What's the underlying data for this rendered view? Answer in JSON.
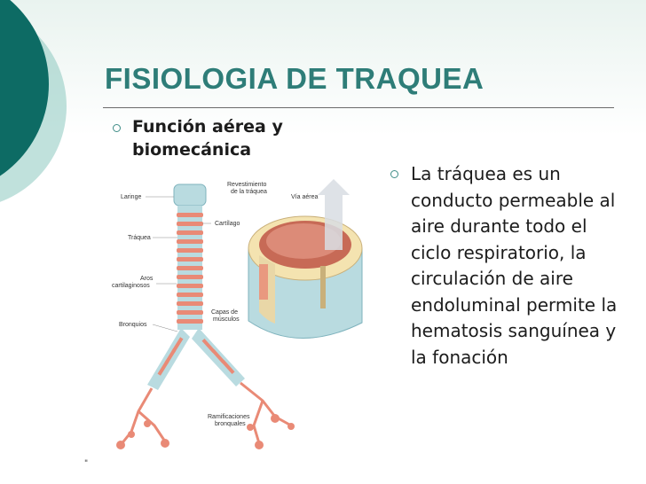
{
  "slide": {
    "title": "FISIOLOGIA DE TRAQUEA",
    "left_bullet": "Función aérea y biomecánica",
    "right_bullet": "La tráquea es un conducto permeable al aire durante todo el ciclo respiratorio, la circulación de aire endoluminal permite la hematosis sanguínea y la fonación",
    "corner_mark": "\""
  },
  "figure": {
    "labels": {
      "laringe": "Laringe",
      "revestimiento_1": "Revestimiento",
      "revestimiento_2": "de la tráquea",
      "via_aerea": "Vía aérea",
      "cartilago": "Cartílago",
      "traquea": "Tráquea",
      "aros_1": "Aros",
      "aros_2": "cartilaginosos",
      "capas_1": "Capas de",
      "capas_2": "músculos",
      "bronquios": "Bronquios",
      "ramif_1": "Ramificaciones",
      "ramif_2": "bronquales"
    }
  },
  "colors": {
    "title": "#2e7d78",
    "deco_dark": "#0d6b64",
    "deco_light": "#8cc9c0",
    "tube": "#b9dbe0",
    "ring": "#e98a76",
    "bullet": "#3f8d87"
  }
}
